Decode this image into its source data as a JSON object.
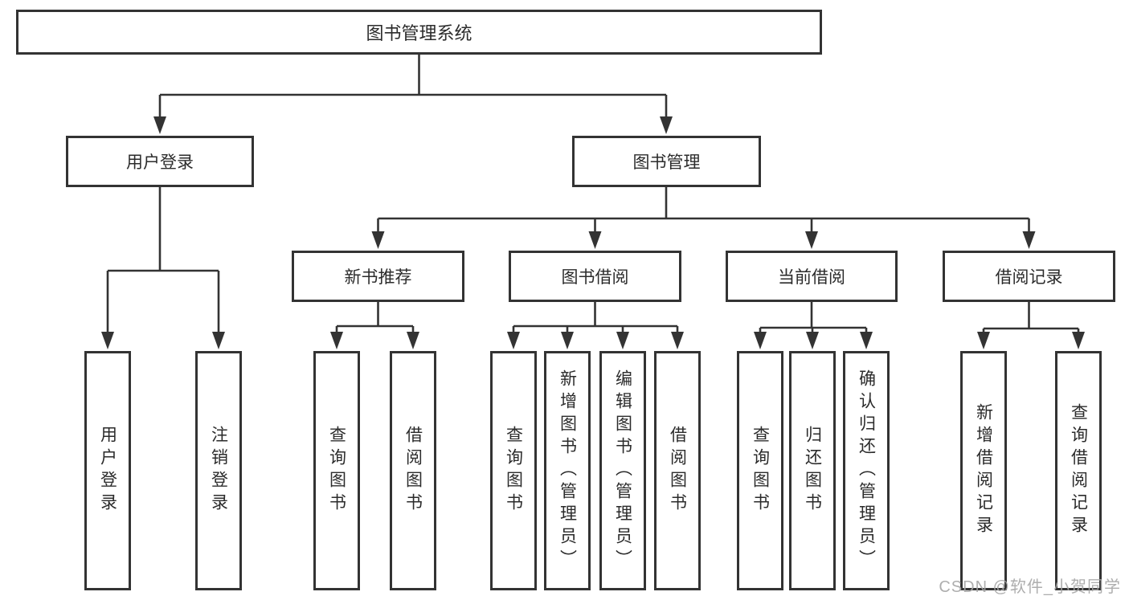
{
  "diagram": {
    "type": "hierarchy-tree",
    "title": "图书管理系统",
    "colors": {
      "line": "#333333",
      "text": "#2b2b2b",
      "background": "#ffffff",
      "watermark": "#a5a5a5"
    },
    "root": {
      "label": "图书管理系统"
    },
    "level2": {
      "userLogin": {
        "label": "用户登录"
      },
      "bookManagement": {
        "label": "图书管理"
      }
    },
    "level3": {
      "newBookRecommend": {
        "label": "新书推荐"
      },
      "bookBorrow": {
        "label": "图书借阅"
      },
      "currentBorrow": {
        "label": "当前借阅"
      },
      "borrowRecords": {
        "label": "借阅记录"
      }
    },
    "leaves": {
      "userLogin": [
        {
          "label": "用户登录"
        },
        {
          "label": "注销登录"
        }
      ],
      "newBookRecommend": [
        {
          "label": "查询图书"
        },
        {
          "label": "借阅图书"
        }
      ],
      "bookBorrow": [
        {
          "label": "查询图书"
        },
        {
          "label": "新增图书（管理员）"
        },
        {
          "label": "编辑图书（管理员）"
        },
        {
          "label": "借阅图书"
        }
      ],
      "currentBorrow": [
        {
          "label": "查询图书"
        },
        {
          "label": "归还图书"
        },
        {
          "label": "确认归还（管理员）"
        }
      ],
      "borrowRecords": [
        {
          "label": "新增借阅记录"
        },
        {
          "label": "查询借阅记录"
        }
      ]
    },
    "hierarchy_edges": [
      "图书管理系统 → 用户登录",
      "图书管理系统 → 图书管理",
      "用户登录 → 用户登录",
      "用户登录 → 注销登录",
      "图书管理 → 新书推荐",
      "图书管理 → 图书借阅",
      "图书管理 → 当前借阅",
      "图书管理 → 借阅记录",
      "新书推荐 → 查询图书",
      "新书推荐 → 借阅图书",
      "图书借阅 → 查询图书",
      "图书借阅 → 新增图书（管理员）",
      "图书借阅 → 编辑图书（管理员）",
      "图书借阅 → 借阅图书",
      "当前借阅 → 查询图书",
      "当前借阅 → 归还图书",
      "当前借阅 → 确认归还（管理员）",
      "借阅记录 → 新增借阅记录",
      "借阅记录 → 查询借阅记录"
    ],
    "watermark": "CSDN @软件_小贺同学"
  }
}
